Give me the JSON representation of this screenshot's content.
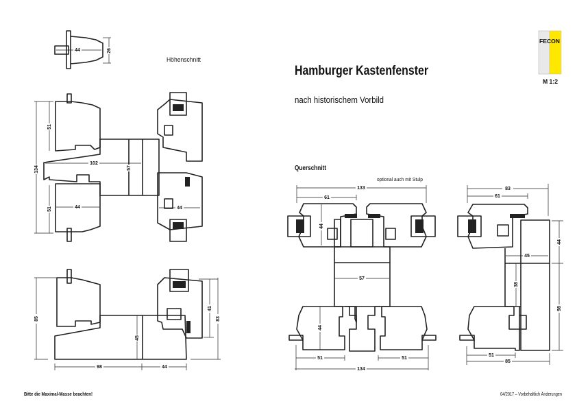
{
  "header": {
    "title": "Hamburger Kastenfenster",
    "subtitle": "nach historischem Vorbild",
    "scale": "M 1:2"
  },
  "logo": {
    "text": "FECON",
    "colors": {
      "left": "#e8e9e8",
      "right": "#ffe800"
    }
  },
  "sections": {
    "hoehenschnitt": "Höhenschnitt",
    "querschnitt": "Querschnitt",
    "stulp_note": "optional auch mit Stulp"
  },
  "dimensions": {
    "top_piece": [
      "44",
      "26"
    ],
    "height_section": [
      "134",
      "51",
      "51",
      "102",
      "57",
      "44",
      "44"
    ],
    "sill_section": [
      "85",
      "45",
      "41",
      "83",
      "98",
      "44"
    ],
    "cross_section": [
      "133",
      "61",
      "44",
      "57",
      "44",
      "51",
      "51",
      "134"
    ],
    "side_section": [
      "83",
      "61",
      "44",
      "98",
      "45",
      "38",
      "51",
      "85"
    ]
  },
  "footer": {
    "left": "Bitte die Maximal-Masse beachten!",
    "right": "04/2017 – Vorbehaltlich Änderungen"
  }
}
